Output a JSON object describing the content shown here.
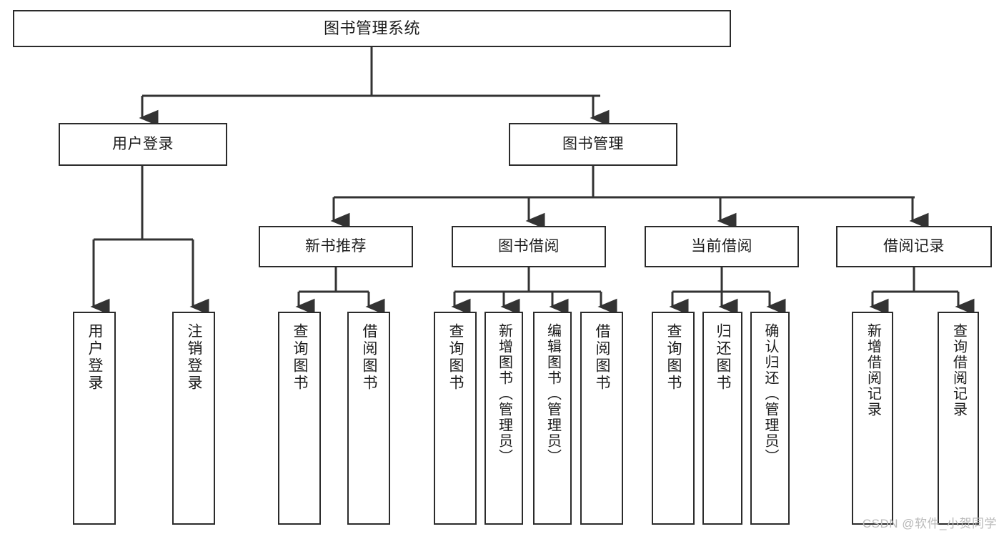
{
  "diagram": {
    "type": "tree",
    "title": "图书管理系统",
    "orientation": "top-down",
    "watermark": "CSDN @软件_小贺同学",
    "colors": {
      "box_border": "#2b2b2b",
      "box_fill": "#ffffff",
      "connector": "#333333",
      "text": "#1c1c1c",
      "watermark": "#b9b9b9",
      "background": "#ffffff"
    },
    "nodes": {
      "root": {
        "label": "图书管理系统",
        "level": 1
      },
      "level2": [
        {
          "id": "user-login",
          "label": "用户登录"
        },
        {
          "id": "book-manage",
          "label": "图书管理"
        }
      ],
      "level3": [
        {
          "id": "new-book-recommend",
          "label": "新书推荐",
          "parent": "book-manage"
        },
        {
          "id": "book-borrow",
          "label": "图书借阅",
          "parent": "book-manage"
        },
        {
          "id": "current-borrow",
          "label": "当前借阅",
          "parent": "book-manage"
        },
        {
          "id": "borrow-record",
          "label": "借阅记录",
          "parent": "book-manage"
        }
      ],
      "leaves": {
        "user-login": [
          {
            "id": "leaf-user-login",
            "label": "用户登录"
          },
          {
            "id": "leaf-logout-login",
            "label": "注销登录"
          }
        ],
        "new-book-recommend": [
          {
            "id": "leaf-query-book-1",
            "label": "查询图书"
          },
          {
            "id": "leaf-borrow-book-1",
            "label": "借阅图书"
          }
        ],
        "book-borrow": [
          {
            "id": "leaf-query-book-2",
            "label": "查询图书"
          },
          {
            "id": "leaf-add-book",
            "label": "新增图书（管理员）"
          },
          {
            "id": "leaf-edit-book",
            "label": "编辑图书（管理员）"
          },
          {
            "id": "leaf-borrow-book-2",
            "label": "借阅图书"
          }
        ],
        "current-borrow": [
          {
            "id": "leaf-query-book-3",
            "label": "查询图书"
          },
          {
            "id": "leaf-return-book",
            "label": "归还图书"
          },
          {
            "id": "leaf-confirm-return",
            "label": "确认归还（管理员）"
          }
        ],
        "borrow-record": [
          {
            "id": "leaf-add-record",
            "label": "新增借阅记录"
          },
          {
            "id": "leaf-query-record",
            "label": "查询借阅记录"
          }
        ]
      }
    }
  }
}
